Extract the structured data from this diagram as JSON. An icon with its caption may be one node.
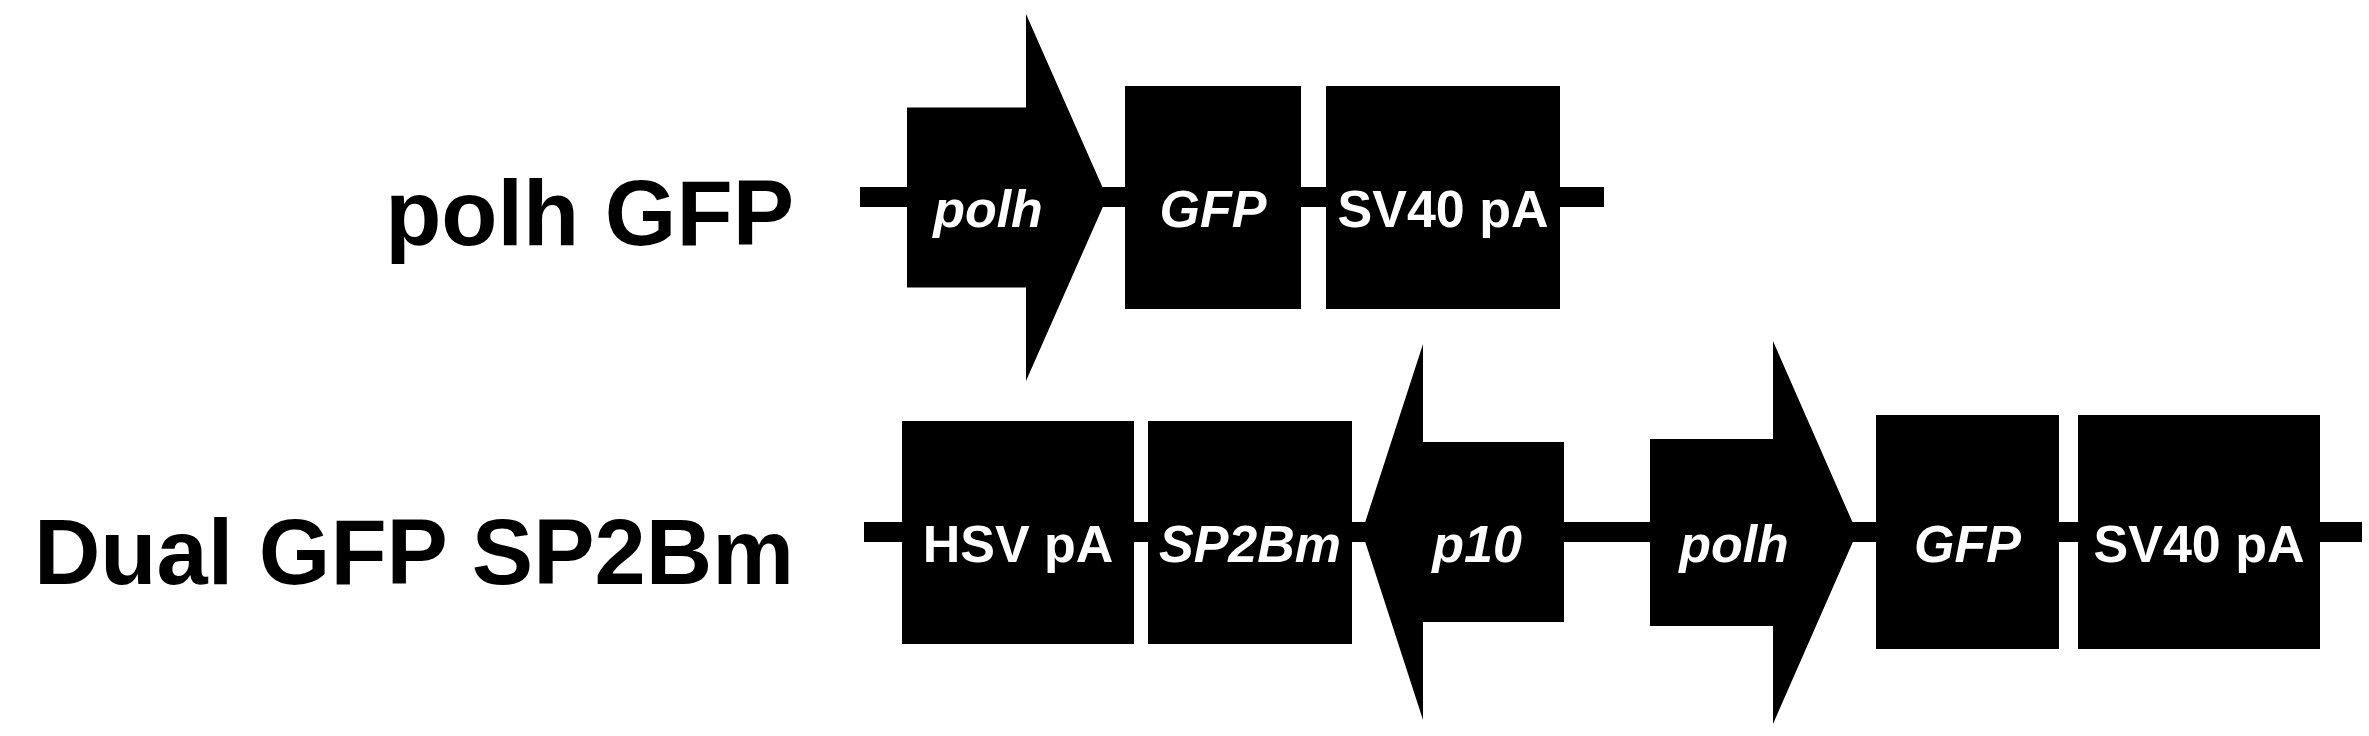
{
  "diagram": {
    "nodes": [
      {
        "text": [
          "polh"
        ]
      },
      {
        "text": [
          "GFP"
        ]
      },
      {
        "text": [
          "SV40 pA"
        ]
      },
      {
        "text": [
          "HSV pA"
        ]
      },
      {
        "text": [
          "SP2Bm"
        ]
      },
      {
        "text": [
          "p10"
        ]
      },
      {
        "text": [
          "polh"
        ]
      },
      {
        "text": [
          "GFP"
        ]
      },
      {
        "text": [
          "SV40 pA"
        ]
      }
    ],
    "edges": [
      {
        "from": null,
        "to": 0,
        "arrow": "none"
      },
      {
        "from": 0,
        "to": 1,
        "arrow": "none"
      },
      {
        "from": 1,
        "to": 2,
        "arrow": "none"
      },
      {
        "from": 2,
        "to": null,
        "arrow": "none"
      },
      {
        "from": null,
        "to": 3,
        "arrow": "none"
      },
      {
        "from": 3,
        "to": 4,
        "arrow": "none"
      },
      {
        "from": 4,
        "to": 5,
        "arrow": "none"
      },
      {
        "from": 5,
        "to": 6,
        "arrow": "none"
      },
      {
        "from": 6,
        "to": 7,
        "arrow": "none"
      },
      {
        "from": 7,
        "to": 8,
        "arrow": "none"
      },
      {
        "from": 8,
        "to": null,
        "arrow": "none"
      }
    ],
    "labels": [
      "polh GFP",
      "Dual GFP SP2Bm"
    ]
  }
}
